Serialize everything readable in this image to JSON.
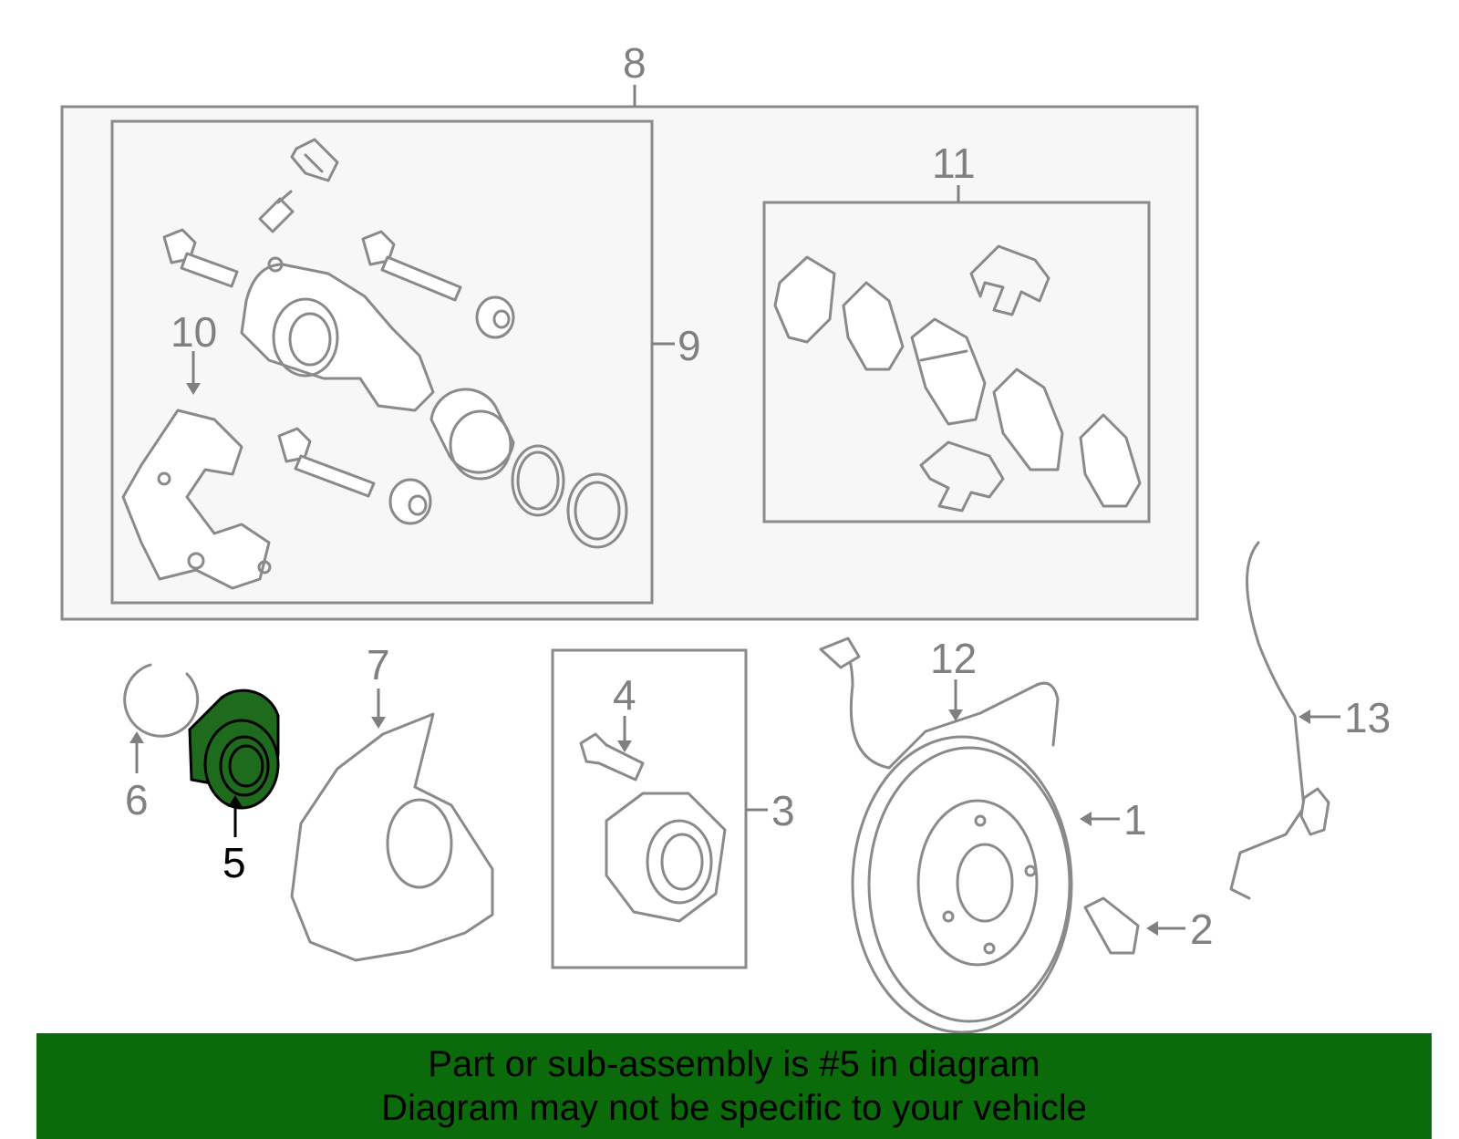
{
  "diagram": {
    "highlight_color": "#1e6b1e",
    "callouts": {
      "c1": "1",
      "c2": "2",
      "c3": "3",
      "c4": "4",
      "c5": "5",
      "c6": "6",
      "c7": "7",
      "c8": "8",
      "c9": "9",
      "c10": "10",
      "c11": "11",
      "c12": "12",
      "c13": "13"
    },
    "highlighted_part": "5"
  },
  "banner": {
    "line1": "Part or sub-assembly is #5 in diagram",
    "line2": "Diagram may not be specific to your vehicle",
    "background": "#0b6b0b"
  }
}
